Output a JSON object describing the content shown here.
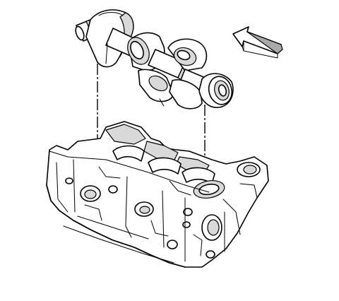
{
  "figure": {
    "components": [
      {
        "id": "crankshaft",
        "icon": "crankshaft-illustration"
      },
      {
        "id": "engine-block",
        "icon": "engine-block-illustration"
      },
      {
        "id": "direction-arrow",
        "icon": "arrow-left-down-icon"
      }
    ],
    "alignment_lines": 2
  }
}
